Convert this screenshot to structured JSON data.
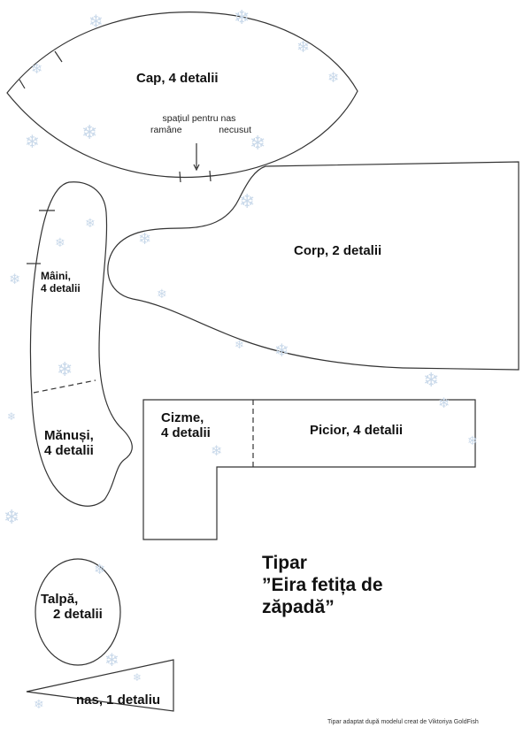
{
  "labels": {
    "cap": "Cap, 4 detalii",
    "nose_note_line1": "spațiul pentru nas",
    "nose_note_line2": "ramâne",
    "nose_note_line3": "necusut",
    "corp": "Corp, 2 detalii",
    "maini_line1": "Mâini,",
    "maini_line2": "4 detalii",
    "manusi_line1": "Mănuși,",
    "manusi_line2": "4 detalii",
    "cizme_line1": "Cizme,",
    "cizme_line2": "4 detalii",
    "picior": "Picior, 4 detalii",
    "talpa_line1": "Talpă,",
    "talpa_line2": "2 detalii",
    "nas": "nas, 1 detaliu"
  },
  "title": {
    "line1": "Tipar",
    "line2": "”Eira fetița de",
    "line3": "zăpadă”"
  },
  "credit": "Tipar adaptat după modelul creat de Viktoriya GoldFish",
  "decoration": {
    "snowflake_icon": "snowflake-icon",
    "snowflake_color": "#c9d9ea",
    "outline_color": "#333333"
  }
}
